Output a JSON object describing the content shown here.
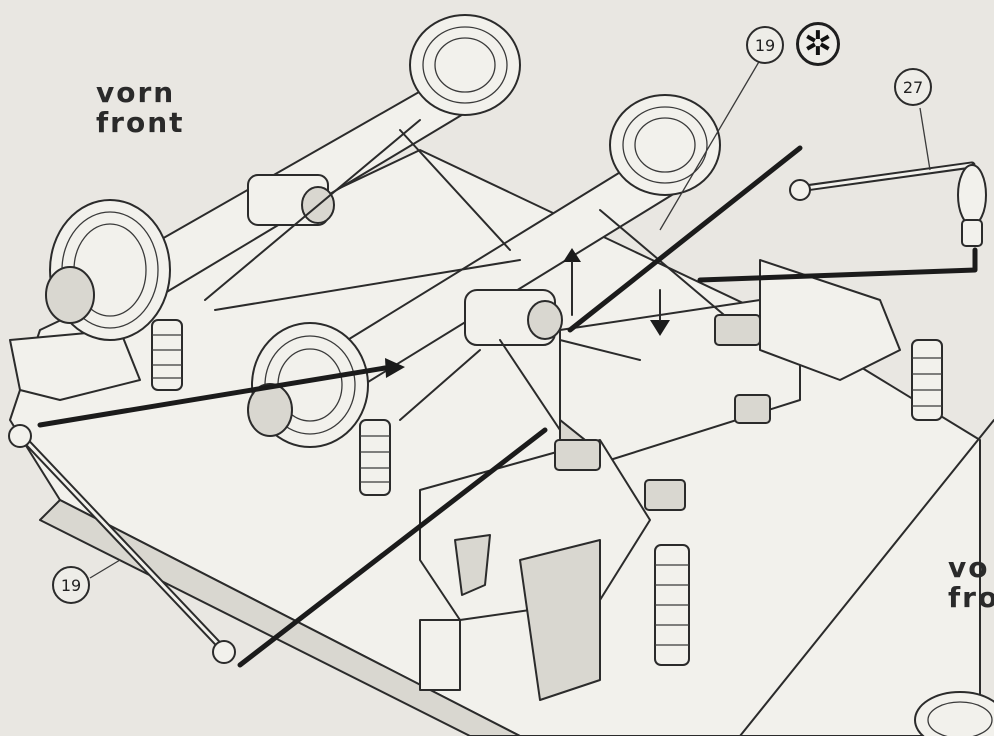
{
  "labels": {
    "top_left": {
      "line1": "vorn",
      "line2": "front"
    },
    "right_cut": {
      "line1": "vo",
      "line2": "fro"
    }
  },
  "callouts": {
    "top": "19",
    "top_right": "27",
    "bottom_left": "19",
    "star_symbol": "✲"
  },
  "colors": {
    "background": "#e9e7e2",
    "ink": "#2b2b2b"
  }
}
